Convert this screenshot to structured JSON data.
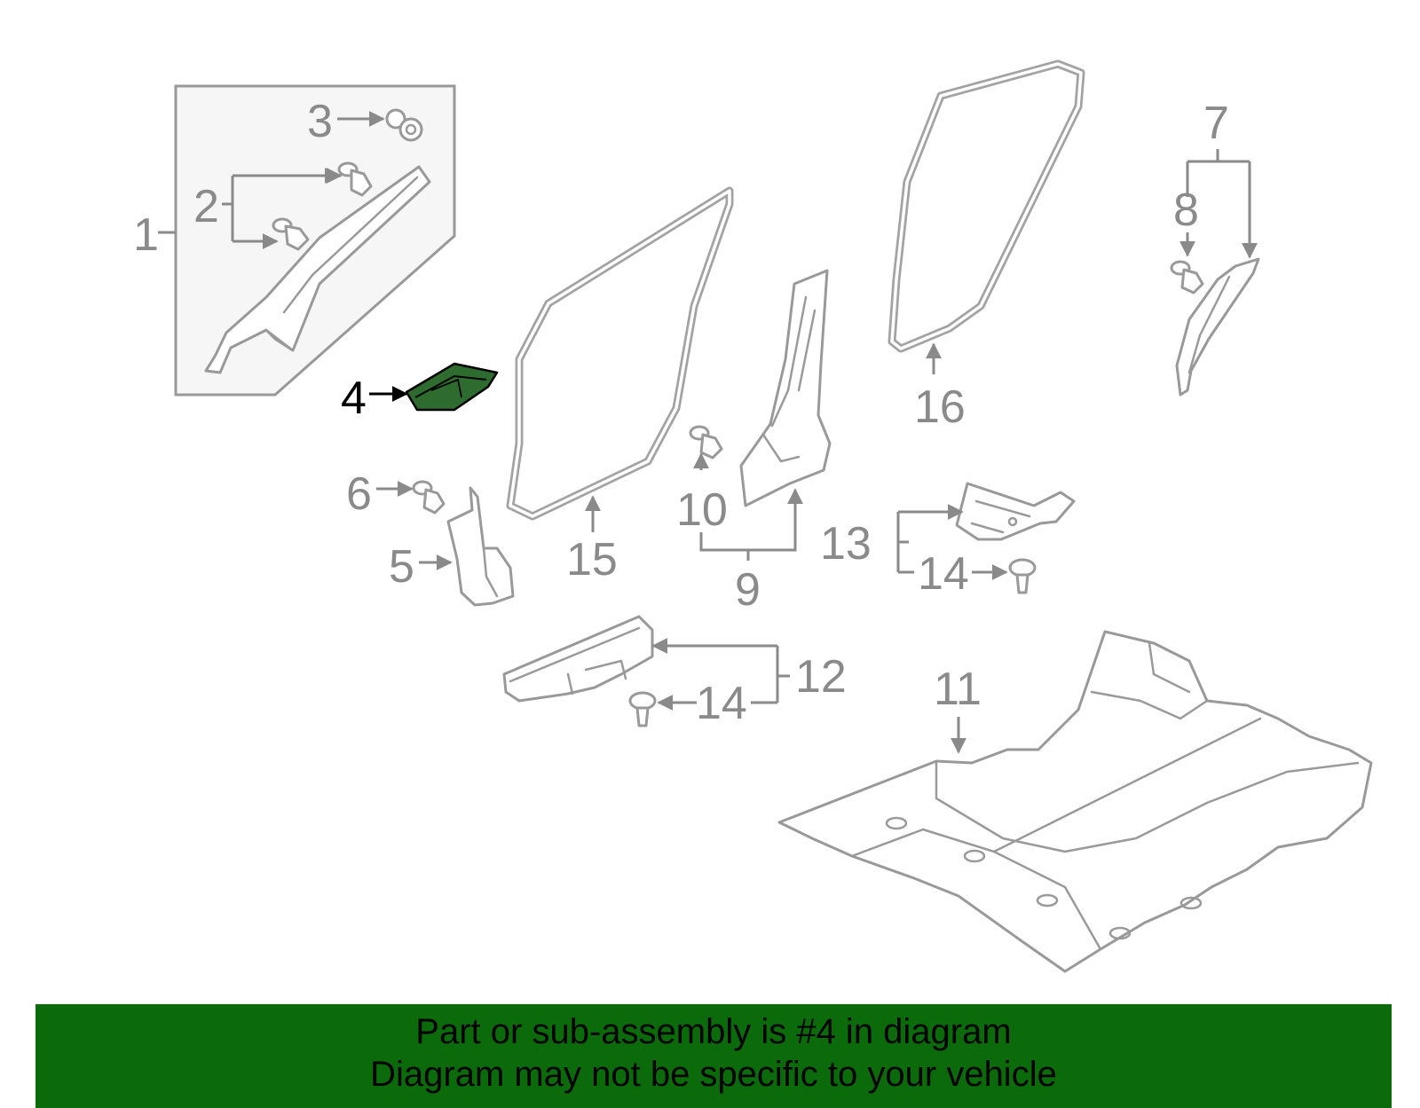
{
  "diagram": {
    "callouts": [
      "1",
      "2",
      "3",
      "4",
      "5",
      "6",
      "7",
      "8",
      "9",
      "10",
      "11",
      "12",
      "13",
      "14",
      "14",
      "15",
      "16"
    ],
    "highlighted_callout": "4",
    "colors": {
      "highlight_part": "#2e6b2e",
      "line_art": "#999999",
      "label": "#8a8a8a",
      "banner": "#0b6b0b"
    }
  },
  "banner": {
    "line1": "Part or sub-assembly is #4 in diagram",
    "line2": "Diagram may not be specific to your vehicle"
  }
}
